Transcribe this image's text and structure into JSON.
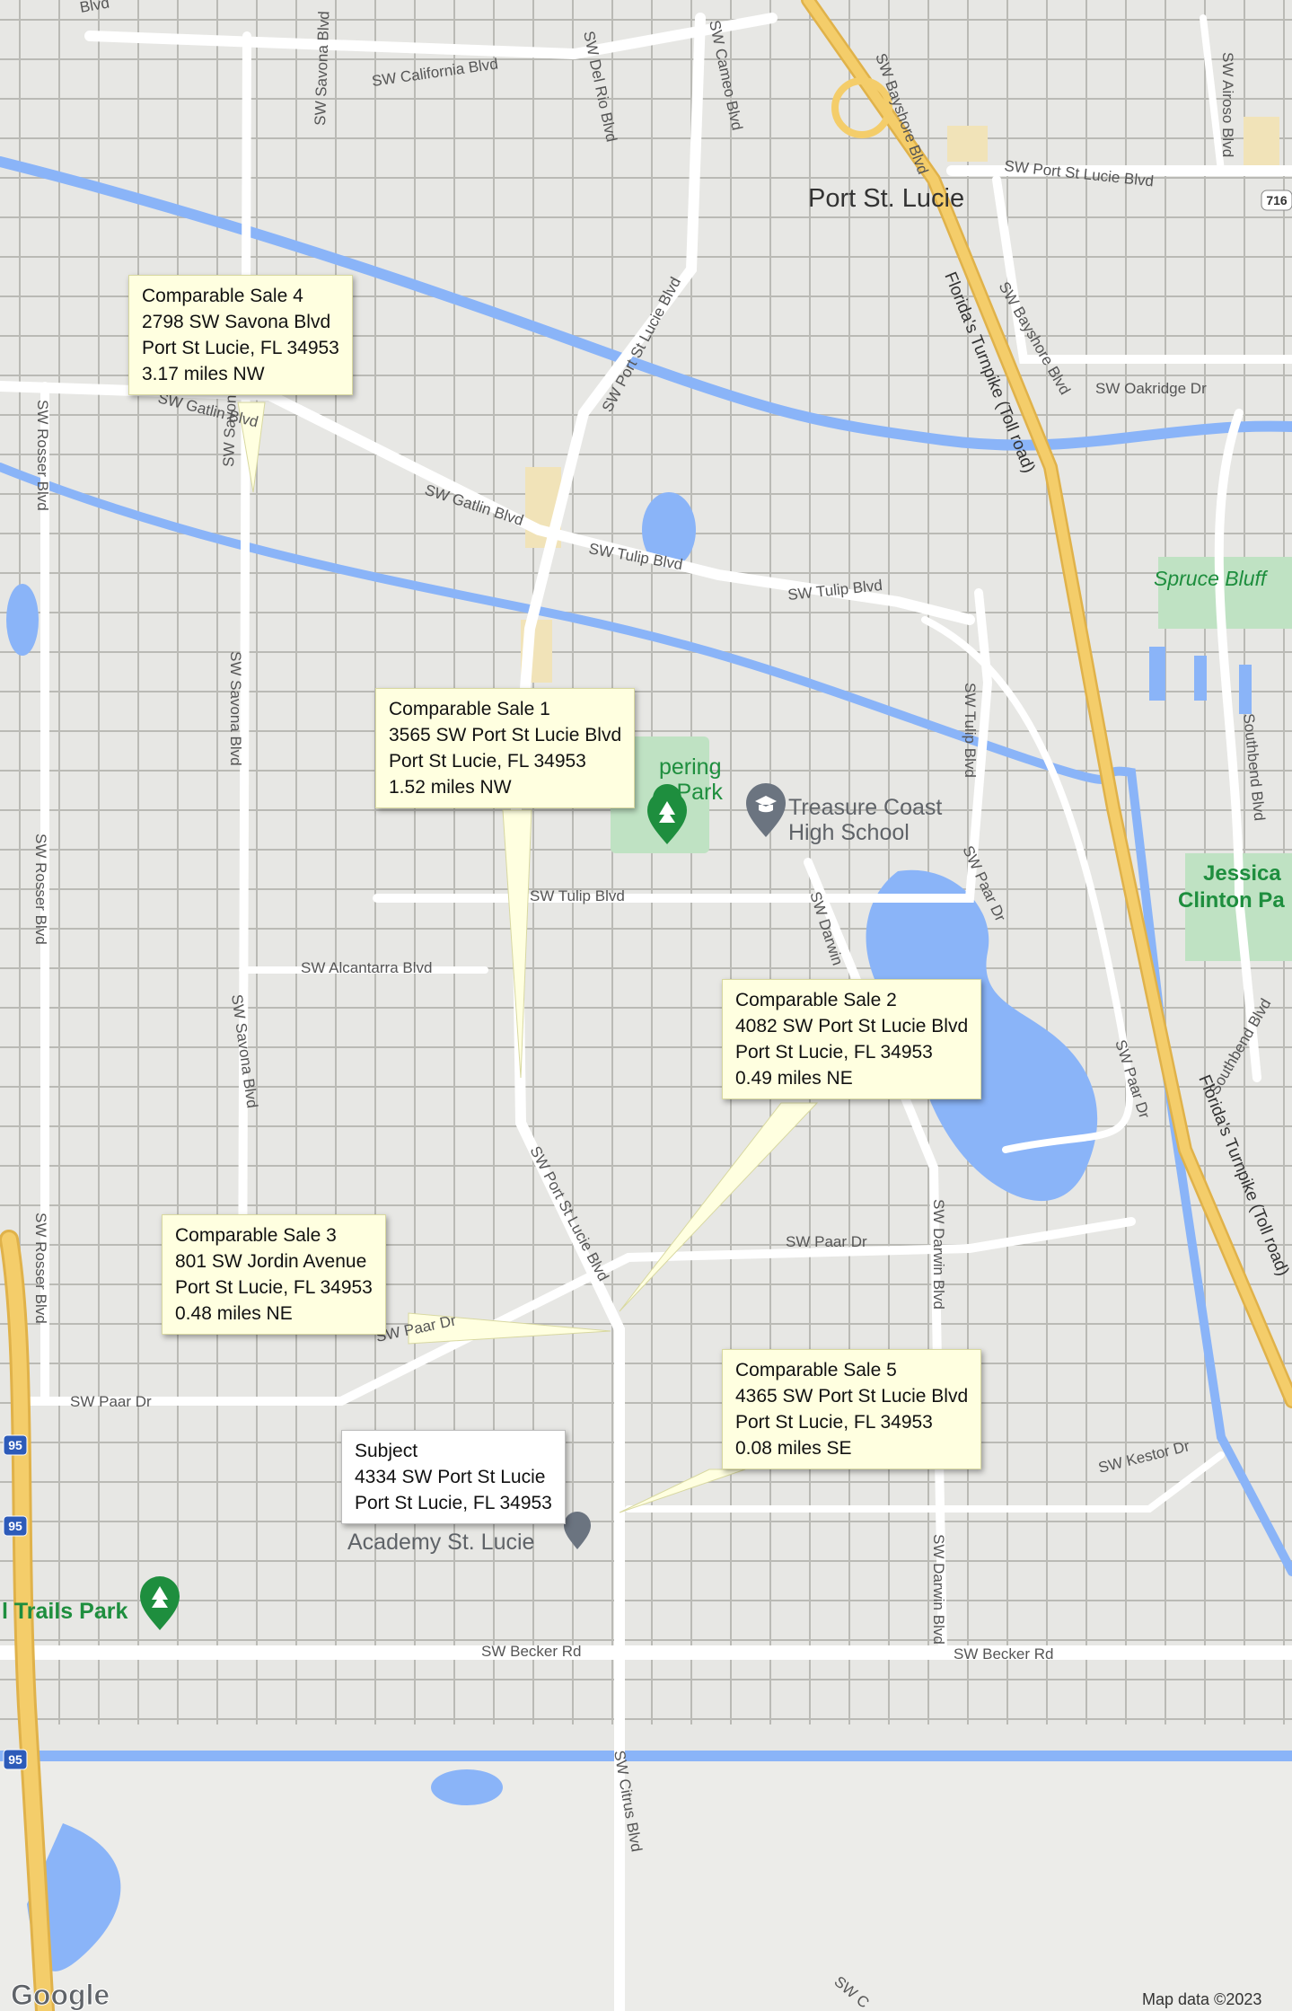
{
  "map": {
    "city_label": "Port St. Lucie",
    "roads": {
      "california": "SW California Blvd",
      "del_rio": "SW Del Rio Blvd",
      "cameo": "SW Cameo Blvd",
      "bayshore_n": "SW Bayshore Blvd",
      "port_st_lucie_blvd_ne": "SW Port St Lucie Blvd",
      "bayshore_s": "SW Bayshore Blvd",
      "oakridge": "SW Oakridge Dr",
      "airoso": "SW Airoso Blvd",
      "savona_n": "SW Savona Blvd",
      "savona_mid": "SW Savona Blvd",
      "savona_mid2": "SW Savona Blvd",
      "savona_s": "SW Savona Blvd",
      "port_st_lucie_blvd_nw": "SW Port St Lucie Blvd",
      "port_st_lucie_blvd_s": "SW Port St Lucie Blvd",
      "gatlin_w": "SW Gatlin Blvd",
      "gatlin": "SW Gatlin Blvd",
      "tulip_w": "SW Tulip Blvd",
      "tulip_e": "SW Tulip Blvd",
      "tulip_s": "SW Tulip Blvd",
      "tulip_vertical": "SW Tulip Blvd",
      "rosser_n": "SW Rosser Blvd",
      "rosser_mid": "SW Rosser Blvd",
      "rosser_s": "SW Rosser Blvd",
      "alcantarra": "SW Alcantarra Blvd",
      "darwin_n": "SW Darwin",
      "darwin_mid": "SW Darwin Blvd",
      "darwin_s": "SW Darwin Blvd",
      "paar_n": "SW Paar Dr",
      "paar_e": "SW Paar Dr",
      "paar_center": "SW Paar Dr",
      "paar_w": "SW Paar Dr",
      "paar_sw": "SW Paar Dr",
      "kestor": "SW Kestor Dr",
      "becker_w": "SW Becker Rd",
      "becker_e": "SW Becker Rd",
      "citrus": "SW Citrus Blvd",
      "citrus_bottom": "SW C",
      "southbend_n": "Southbend Blvd",
      "southbend_s": "Southbend Blvd",
      "turnpike_n": "Florida's Turnpike (Toll road)",
      "turnpike_s": "Florida's Turnpike (Toll road)",
      "blvd_corner": "Blvd",
      "shield_716": "716",
      "shield_95_a": "95",
      "shield_95_b": "95",
      "shield_95_c": "95"
    },
    "pois": {
      "spruce_bluff": "Spruce Bluff",
      "jessica_1": "Jessica",
      "jessica_2": "Clinton Pa",
      "whispering_1": "pering",
      "whispering_2": "s Park",
      "treasure_coast_1": "Treasure Coast",
      "treasure_coast_2": "High School",
      "academy": "Academy St. Lucie",
      "trails_park": "l Trails Park"
    },
    "attribution": {
      "google": "Google",
      "map_data": "Map data ©2023"
    },
    "colors": {
      "background": "#e7e7e4",
      "road": "#ffffff",
      "street_grid": "#b5b5b0",
      "highway": "#f4cd6a",
      "highway_border": "#e0b24a",
      "water": "#8ab4f8",
      "park": "#bfe2c3",
      "poi_green": "#1e8e3e",
      "callout_comp": "#ffffe0",
      "callout_subject": "#ffffff"
    }
  },
  "callouts": {
    "comp4": {
      "title": "Comparable Sale 4",
      "address": "2798 SW Savona Blvd",
      "city": "Port St Lucie, FL 34953",
      "distance": "3.17 miles NW"
    },
    "comp1": {
      "title": "Comparable Sale 1",
      "address": "3565 SW Port St Lucie Blvd",
      "city": "Port St Lucie, FL 34953",
      "distance": "1.52 miles NW"
    },
    "comp2": {
      "title": "Comparable Sale 2",
      "address": "4082 SW Port St Lucie Blvd",
      "city": "Port St Lucie, FL 34953",
      "distance": "0.49 miles NE"
    },
    "comp3": {
      "title": "Comparable Sale 3",
      "address": "801 SW Jordin Avenue",
      "city": "Port St Lucie, FL 34953",
      "distance": "0.48 miles NE"
    },
    "comp5": {
      "title": "Comparable Sale 5",
      "address": "4365 SW Port St Lucie Blvd",
      "city": "Port St Lucie, FL 34953",
      "distance": "0.08 miles SE"
    },
    "subject": {
      "title": "Subject",
      "address": "4334 SW Port St Lucie",
      "city": "Port St Lucie, FL 34953"
    }
  }
}
